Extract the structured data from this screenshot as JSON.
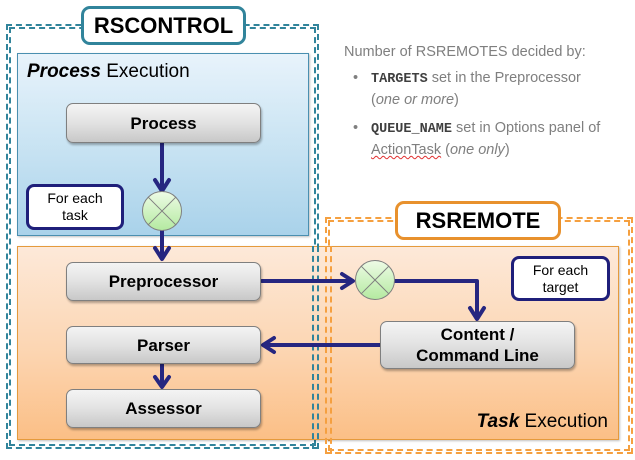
{
  "containers": {
    "rscontrol": {
      "label": "RSCONTROL",
      "color": "#31849b"
    },
    "rsremote": {
      "label": "RSREMOTE",
      "color": "#e8912d"
    }
  },
  "panels": {
    "process_execution": {
      "title_bold": "Process",
      "title_rest": " Execution"
    },
    "task_execution": {
      "title_bold": "Task",
      "title_rest": " Execution"
    }
  },
  "nodes": {
    "process": "Process",
    "preprocessor": "Preprocessor",
    "parser": "Parser",
    "assessor": "Assessor",
    "content_line1": "Content /",
    "content_line2": "Command Line"
  },
  "notes": {
    "for_each_task_line1": "For each",
    "for_each_task_line2": "task",
    "for_each_target_line1": "For each",
    "for_each_target_line2": "target"
  },
  "side_text": {
    "heading": "Number of RSREMOTES decided by:",
    "bullets": [
      {
        "code": "TARGETS",
        "text": " set in the Preprocessor",
        "paren_open": "(",
        "italic": "one or more",
        "paren_close": ")"
      },
      {
        "code": "QUEUE_NAME",
        "text": " set in Options panel of ",
        "underlined": "ActionTask",
        "paren_open": " (",
        "italic": "one only",
        "paren_close": ")"
      }
    ],
    "bullet_glyph": "•"
  },
  "edges": [
    {
      "from": "Process",
      "to": "merge-task"
    },
    {
      "from": "merge-task",
      "to": "Preprocessor"
    },
    {
      "from": "Preprocessor",
      "to": "merge-target"
    },
    {
      "from": "merge-target",
      "to": "Content / Command Line"
    },
    {
      "from": "Content / Command Line",
      "to": "Parser"
    },
    {
      "from": "Parser",
      "to": "Assessor"
    }
  ],
  "colors": {
    "arrow": "#262680",
    "merge_fill": "#c8f0b8",
    "blue_panel": "#c6e2f2",
    "orange_panel": "#fcd5b1"
  }
}
